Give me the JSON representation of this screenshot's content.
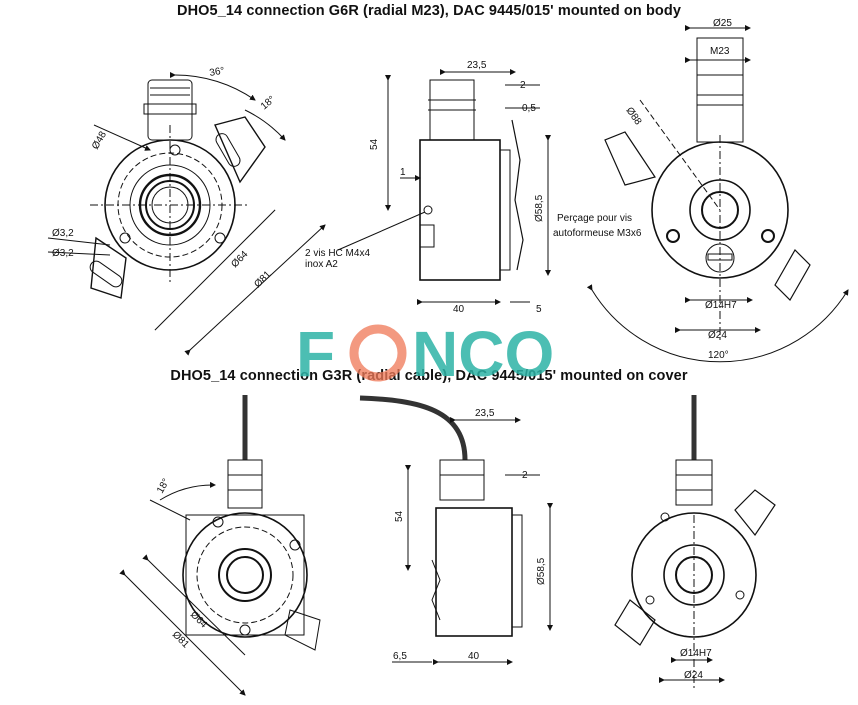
{
  "titles": {
    "top": "DHO5_14 connection G6R  (radial M23), DAC 9445/015' mounted on body",
    "bottom": "DHO5_14 connection G3R (radial cable), DAC 9445/015' mounted on cover"
  },
  "watermark": {
    "text_left": "F",
    "text_right": "NCO",
    "color": "#2db3a6",
    "accent": "#f07a5a"
  },
  "top_left": {
    "ang36": "36°",
    "ang18": "18°",
    "d48": "Ø48",
    "d32a": "Ø3,2",
    "d32b": "Ø3,2",
    "d64": "Ø64",
    "d81": "Ø81"
  },
  "top_mid": {
    "d235": "23,5",
    "d2": "2",
    "d05": "0,5",
    "d54": "54",
    "d1": "1",
    "d585": "Ø58,5",
    "d40": "40",
    "d5": "5",
    "screw1": "2 vis HC M4x4",
    "screw2": "inox A2"
  },
  "top_right": {
    "d25": "Ø25",
    "m23": "M23",
    "d88": "Ø88",
    "note1": "Perçage pour vis",
    "note2": "autoformeuse M3x6",
    "d14": "Ø14H7",
    "d24": "Ø24",
    "ang120": "120°"
  },
  "bot_left": {
    "ang18": "18°",
    "d64": "Ø64",
    "d81": "Ø81"
  },
  "bot_mid": {
    "d235": "23,5",
    "d2": "2",
    "d54": "54",
    "d585": "Ø58,5",
    "d65": "6,5",
    "d40": "40"
  },
  "bot_right": {
    "d14": "Ø14H7",
    "d24": "Ø24"
  }
}
